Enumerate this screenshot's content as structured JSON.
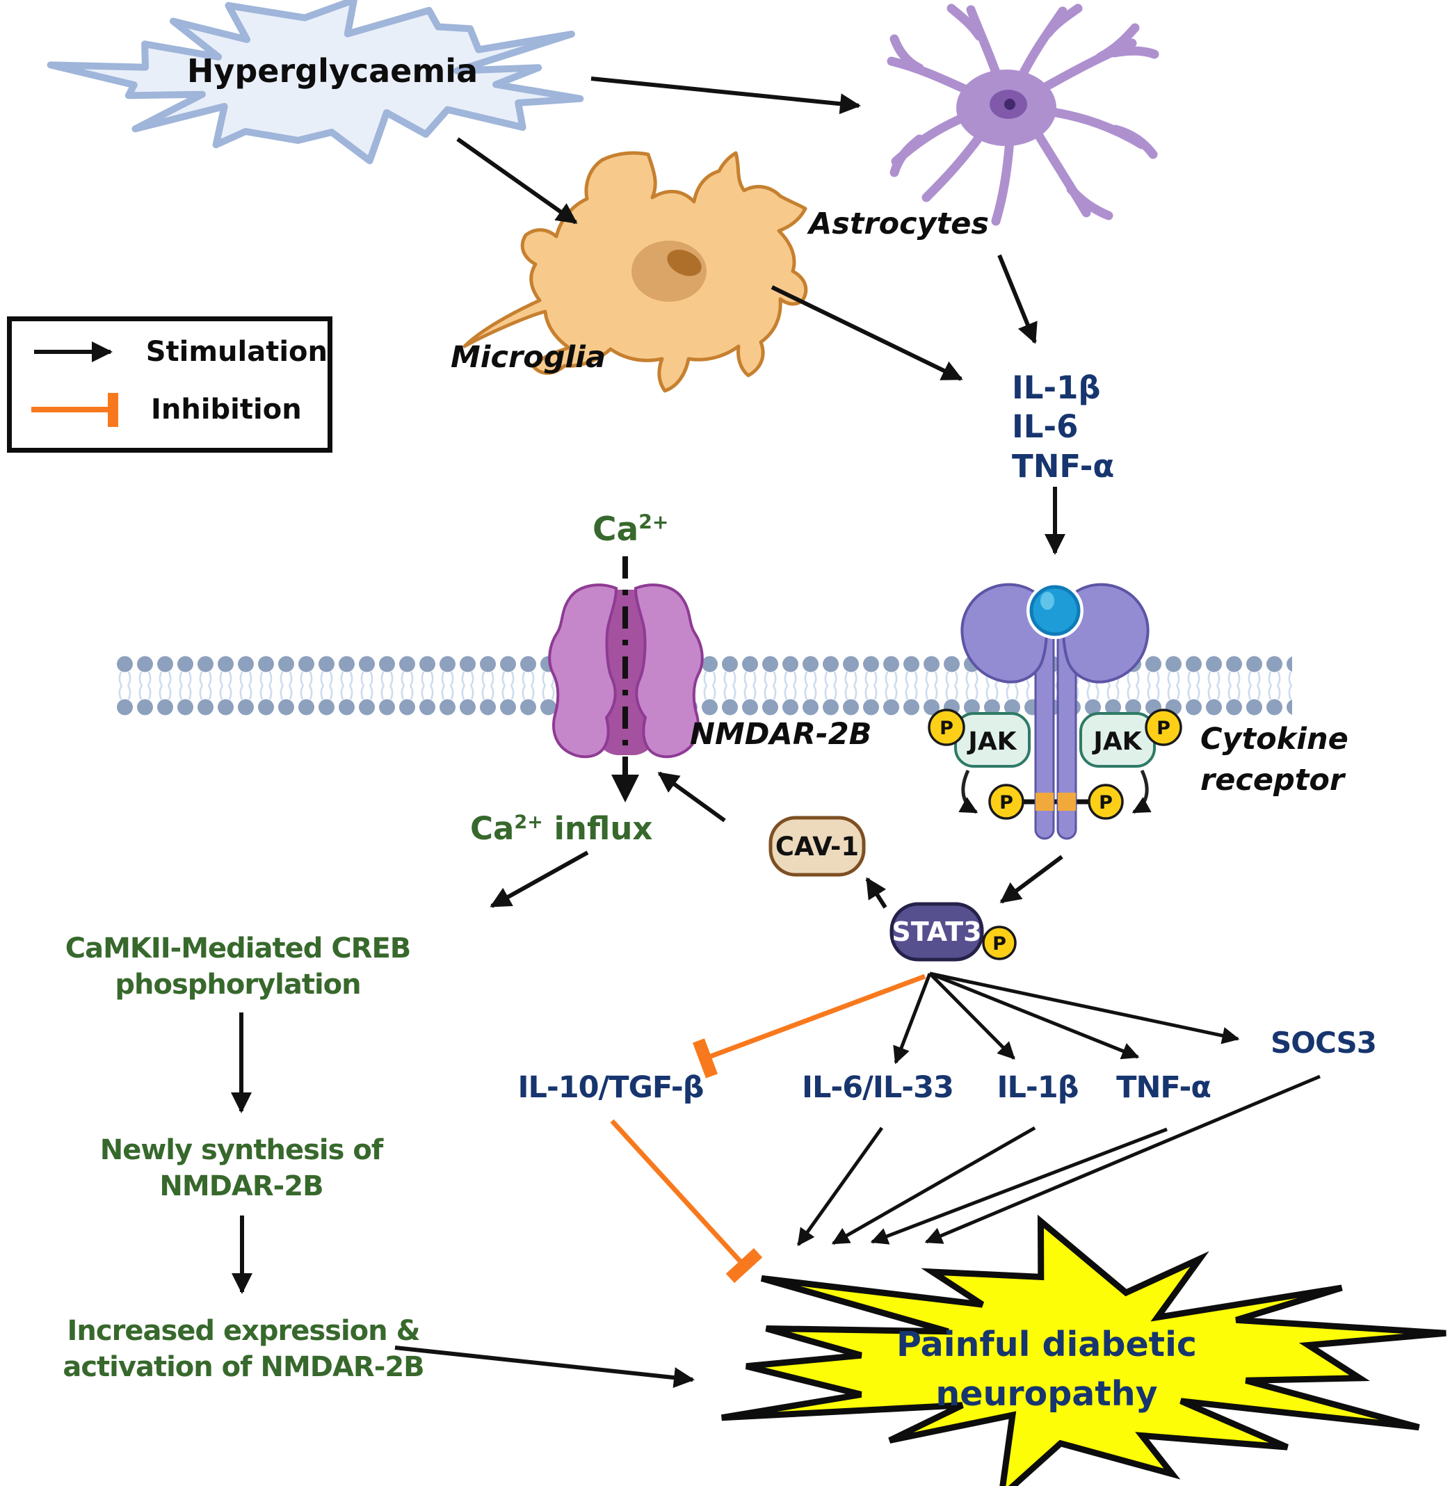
{
  "legend": {
    "stimulation": "Stimulation",
    "inhibition": "Inhibition"
  },
  "cells": {
    "hyperglycaemia": "Hyperglycaemia",
    "astrocytes": "Astrocytes",
    "microglia": "Microglia"
  },
  "cytokines_released": [
    "IL-1β",
    "IL-6",
    "TNF-α"
  ],
  "membrane": {
    "channel": "NMDAR-2B",
    "receptor_line1": "Cytokine",
    "receptor_line2": "receptor",
    "jak": "JAK",
    "phospho": "P",
    "ca_base": "Ca",
    "ca_sup": "2+"
  },
  "signaling": {
    "cav1": "CAV-1",
    "stat3": "STAT3"
  },
  "cascade": {
    "ca_influx_base": "Ca",
    "ca_influx_sup": "2+",
    "ca_influx_rest": "influx",
    "camkii_line1": "CaMKII-Mediated CREB",
    "camkii_line2": "phosphorylation",
    "newly_line1": "Newly synthesis of",
    "newly_line2": "NMDAR-2B",
    "increased_line1": "Increased expression &",
    "increased_line2": "activation of NMDAR-2B"
  },
  "downstream": [
    "IL-10/TGF-β",
    "IL-6/IL-33",
    "IL-1β",
    "TNF-α",
    "SOCS3"
  ],
  "outcome": {
    "line1": "Painful diabetic",
    "line2": "neuropathy"
  },
  "colors": {
    "navy_text": "#17356e",
    "green_text": "#37682c",
    "orange_inhibition": "#f8791d",
    "outcome_yellow": "#fdfd08",
    "hyper_fill": "#e9eff9",
    "hyper_border": "#9fb5d9",
    "membrane_heads": "#8da0bd",
    "channel_purple": "#c687ca",
    "receptor_purple": "#938cd3",
    "jak_fill": "#e0f1ea",
    "phospho_yellow": "#fdd017",
    "cav1_fill": "#eddabd",
    "stat3_fill": "#57508f",
    "astrocyte_purple": "#ae90cf",
    "microglia_orange": "#f7ca8c"
  }
}
